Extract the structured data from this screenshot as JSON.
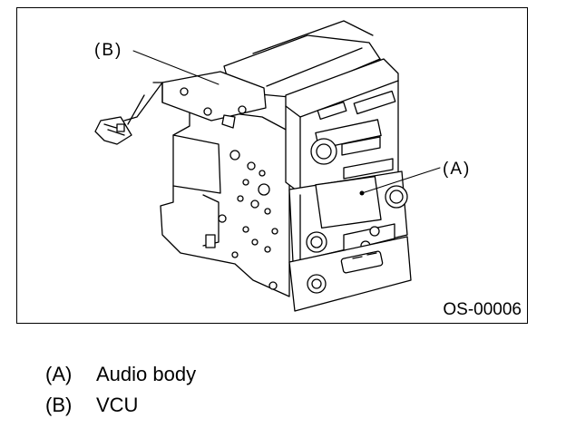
{
  "figure": {
    "callouts": {
      "a": "(A)",
      "b": "(B)"
    },
    "code": "OS-00006"
  },
  "legend": [
    {
      "key": "(A)",
      "text": "Audio body"
    },
    {
      "key": "(B)",
      "text": "VCU"
    }
  ]
}
